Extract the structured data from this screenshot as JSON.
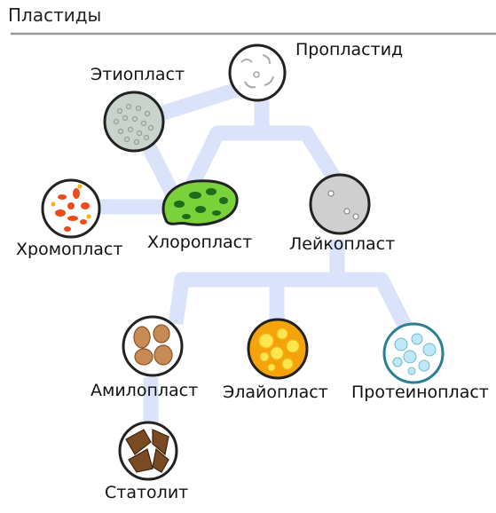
{
  "title": "Пластиды",
  "colors": {
    "connector": "#dbe3fa",
    "divider": "#999999",
    "outline": "#222222"
  },
  "plastids": [
    {
      "key": "proplastid",
      "label": "Пропластид",
      "icon": "proplastid-icon",
      "fill": "#ffffff"
    },
    {
      "key": "etioplast",
      "label": "Этиопласт",
      "icon": "etioplast-icon",
      "fill": "#c9d3cb"
    },
    {
      "key": "chromoplast",
      "label": "Хромопласт",
      "icon": "chromoplast-icon",
      "fill": "#ffffff",
      "accent": "#ee4a1c"
    },
    {
      "key": "chloroplast",
      "label": "Хлоропласт",
      "icon": "chloroplast-icon",
      "fill": "#7ad13a",
      "accent": "#1f6b1a"
    },
    {
      "key": "leucoplast",
      "label": "Лейкопласт",
      "icon": "leucoplast-icon",
      "fill": "#cfcfcf"
    },
    {
      "key": "amyloplast",
      "label": "Амилопласт",
      "icon": "amyloplast-icon",
      "fill": "#ffffff",
      "accent": "#c88a55"
    },
    {
      "key": "elaioplast",
      "label": "Элайопласт",
      "icon": "elaioplast-icon",
      "fill": "#f6a20a",
      "accent": "#ffe64d"
    },
    {
      "key": "proteinoplast",
      "label": "Протеинопласт",
      "icon": "proteinoplast-icon",
      "fill": "#ffffff",
      "accent": "#bfe8f5"
    },
    {
      "key": "statolith",
      "label": "Статолит",
      "icon": "statolith-icon",
      "fill": "#ffffff",
      "accent": "#7a4a22"
    }
  ]
}
